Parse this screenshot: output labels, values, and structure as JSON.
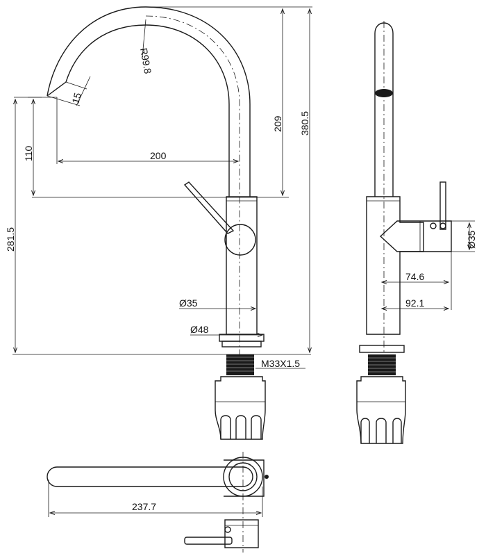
{
  "drawing": {
    "dimensions": {
      "radius": "R99.8",
      "spout_angle": "15",
      "spout_drop": "110",
      "reach": "200",
      "upper_height": "209",
      "total_height": "380.5",
      "spout_height": "281.5",
      "body_diameter": "Ø35",
      "base_diameter": "Ø48",
      "thread": "M33X1.5",
      "lever_diameter": "Ø35",
      "lever_offset": "74.6",
      "lever_reach": "92.1",
      "top_view_length": "237.7"
    }
  }
}
